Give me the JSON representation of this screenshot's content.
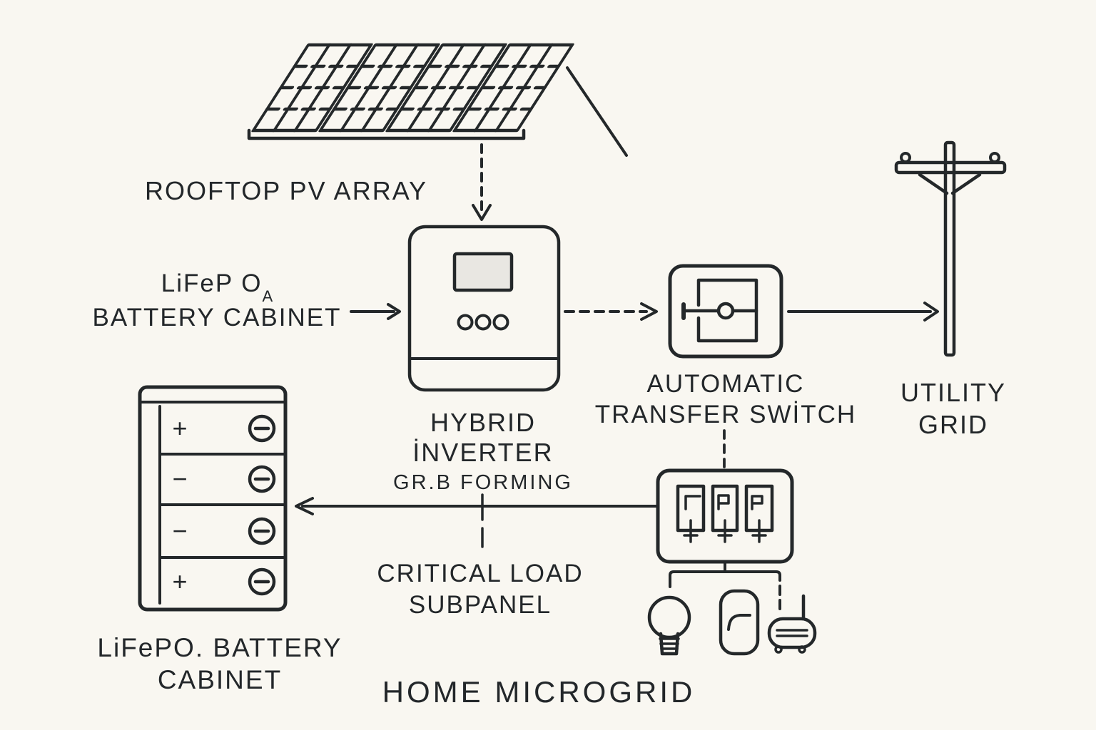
{
  "title": "HOME MICROGRID",
  "colors": {
    "background": "#f9f7f1",
    "ink": "#23272a",
    "inverter_screen": "#e9e7e2"
  },
  "labels": {
    "pv_array": "ROOFTOP PV ARRAY",
    "battery_feed": {
      "line1_main": "LiFeP O",
      "line1_sub": "A",
      "line2": "BATTERY CABINET"
    },
    "inverter": {
      "line1": "HYBRID",
      "line2": "İNVERTER",
      "line3": "GR.B FORMING"
    },
    "transfer_switch": {
      "line1": "AUTOMATIC",
      "line2": "TRANSFER SWİTCH"
    },
    "utility": {
      "line1": "UTILITY",
      "line2": "GRID"
    },
    "battery_cabinet": {
      "line1": "LiFePO. BATTERY",
      "line2": "CABINET"
    },
    "subpanel": {
      "line1": "CRITICAL LOAD",
      "line2": "SUBPANEL"
    }
  },
  "battery_rows": [
    "+",
    "−",
    "−",
    "+"
  ],
  "icons": {
    "pv": "solar-panel-array",
    "inverter": "hybrid-inverter-box",
    "ats": "transfer-switch-box",
    "utility": "utility-pole",
    "battery": "battery-cabinet",
    "subpanel": "breaker-subpanel",
    "bulb": "light-bulb",
    "switch_device": "smart-switch",
    "router": "wifi-router"
  }
}
